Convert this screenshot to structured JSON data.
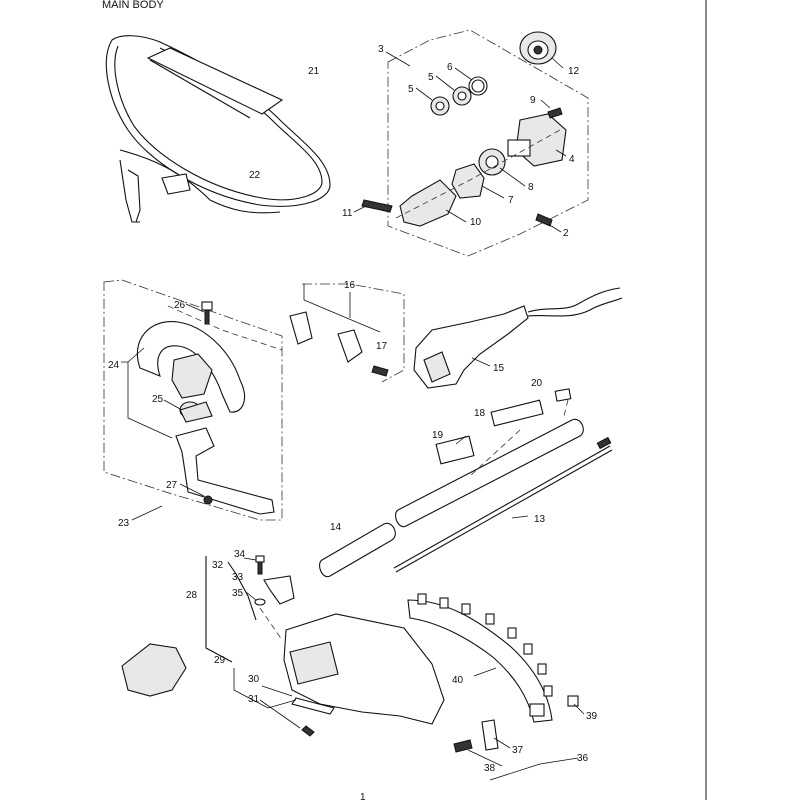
{
  "title": "MAIN BODY",
  "page_number": "1",
  "callouts": {
    "c1": "2",
    "c2": "3",
    "c3": "4",
    "c4": "5",
    "c5": "5",
    "c6": "6",
    "c7": "7",
    "c8": "8",
    "c9": "9",
    "c10": "10",
    "c11": "11",
    "c12": "12",
    "c13": "13",
    "c14": "14",
    "c15": "15",
    "c16": "16",
    "c17": "17",
    "c18": "18",
    "c19": "19",
    "c20": "20",
    "c21": "21",
    "c22": "22",
    "c23": "23",
    "c24": "24",
    "c25": "25",
    "c26": "26",
    "c27": "27",
    "c28": "28",
    "c29": "29",
    "c30": "30",
    "c31": "31",
    "c32": "32",
    "c33": "33",
    "c34": "34",
    "c35": "35",
    "c36": "36",
    "c37": "37",
    "c38": "38",
    "c39": "39",
    "c40": "40"
  }
}
